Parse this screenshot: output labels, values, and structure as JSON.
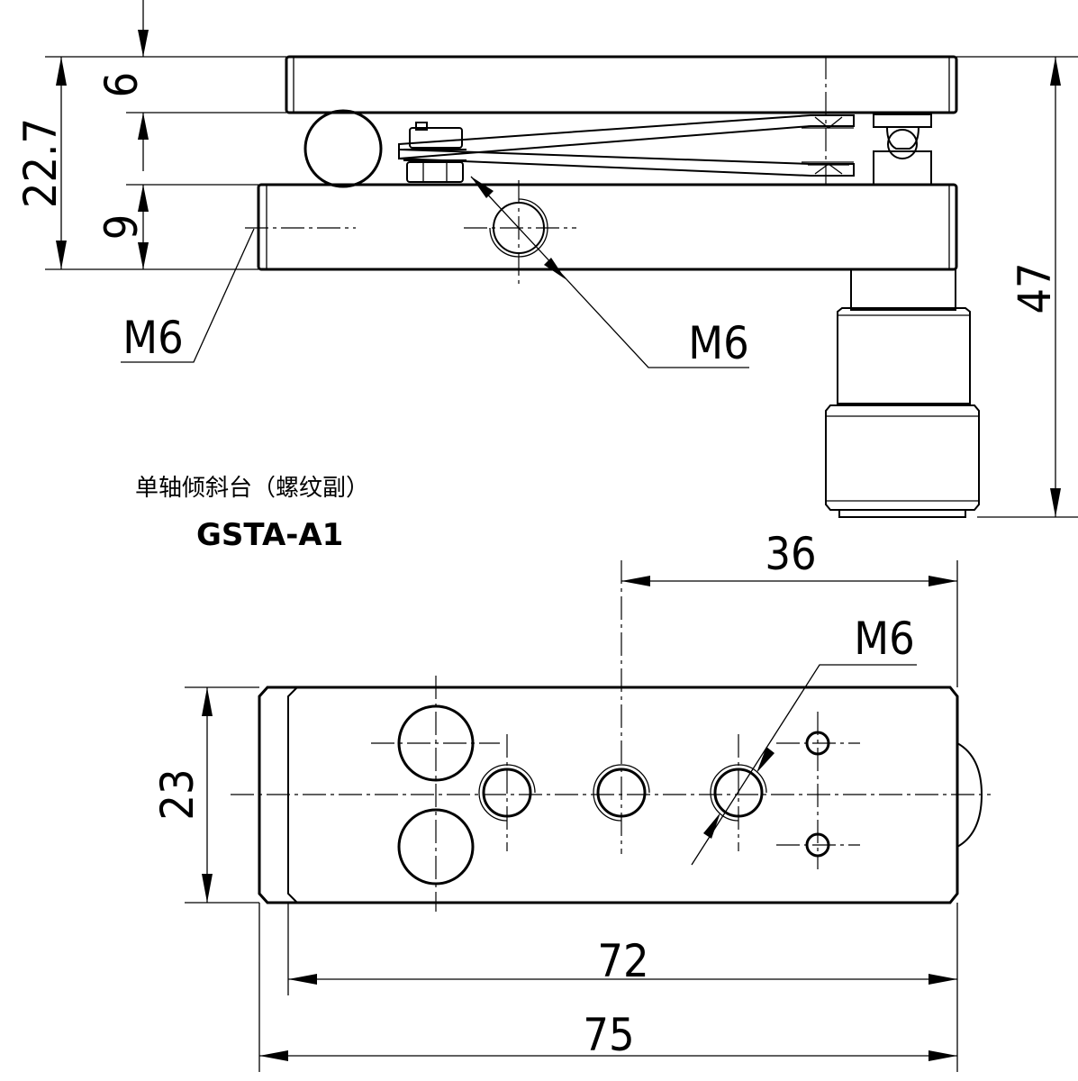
{
  "title": {
    "name_cn": "单轴倾斜台（螺纹副）",
    "model": "GSTA-A1"
  },
  "side_view": {
    "dims": {
      "top_plate": "6",
      "total_height": "22.7",
      "bottom_plate": "9",
      "overall_height": "47"
    },
    "labels": {
      "left_thread": "M6",
      "center_thread": "M6"
    }
  },
  "top_view": {
    "dims": {
      "hole_offset": "36",
      "width": "23",
      "inner_length": "72",
      "outer_length": "75"
    },
    "labels": {
      "thread": "M6"
    }
  }
}
